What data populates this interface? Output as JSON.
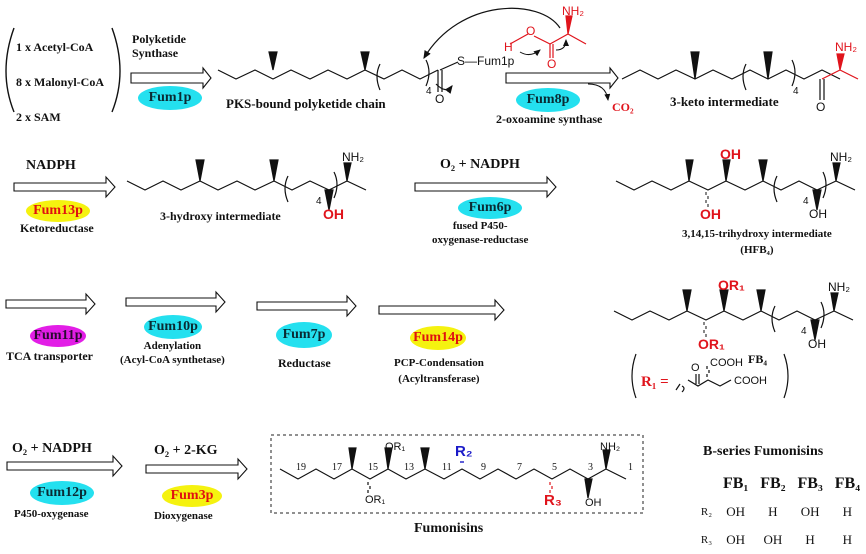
{
  "substrates": [
    "1 x Acetyl-CoA",
    "8 x Malonyl-CoA",
    "2 x SAM"
  ],
  "step1": {
    "label_line1": "Polyketide",
    "label_line2": "Synthase",
    "enzyme": "Fum1p"
  },
  "pks_chain": {
    "caption": "PKS-bound polyketide chain",
    "thioester": "S—Fum1p",
    "repeat": "4",
    "carbonyl_o": "O"
  },
  "alanine": {
    "nh2": "NH₂",
    "h": "H",
    "o_hydroxyl": "O",
    "o_carbonyl": "O"
  },
  "step2": {
    "enzyme": "Fum8p",
    "label": "2-oxoamine synthase",
    "byproduct": "CO₂"
  },
  "keto_intermediate": {
    "caption": "3-keto intermediate",
    "nh2": "NH₂",
    "o": "O",
    "repeat": "4"
  },
  "step3": {
    "cofactor": "NADPH",
    "enzyme": "Fum13p",
    "label": "Ketoreductase"
  },
  "hydroxy_intermediate": {
    "caption": "3-hydroxy intermediate",
    "nh2": "NH₂",
    "oh": "OH",
    "repeat": "4"
  },
  "step4": {
    "cofactor": "O₂ + NADPH",
    "enzyme": "Fum6p",
    "label_line1": "fused P450-",
    "label_line2": "oxygenase-reductase"
  },
  "trihydroxy_intermediate": {
    "caption_line1": "3,14,15-trihydroxy intermediate",
    "caption_line2": "(HFB₄)",
    "oh_top": "OH",
    "oh_bottom": "OH",
    "oh3": "OH",
    "nh2": "NH₂",
    "repeat": "4"
  },
  "step5": {
    "enzyme": "Fum11p",
    "label": "TCA transporter"
  },
  "step6": {
    "enzyme": "Fum10p",
    "label_line1": "Adenylation",
    "label_line2": "(Acyl-CoA synthetase)"
  },
  "step7": {
    "enzyme": "Fum7p",
    "label": "Reductase"
  },
  "step8": {
    "enzyme": "Fum14p",
    "label_line1": "PCP-Condensation",
    "label_line2": "(Acyltransferase)"
  },
  "fb4": {
    "caption": "FB₄",
    "or1_top": "OR₁",
    "or1_bottom": "OR₁",
    "oh": "OH",
    "nh2": "NH₂",
    "repeat": "4",
    "r1_def": {
      "r1": "R₁ =",
      "o": "O",
      "cooh1": "COOH",
      "cooh2": "COOH"
    }
  },
  "step9": {
    "cofactor": "O₂ + NADPH",
    "enzyme": "Fum12p",
    "label": "P450-oxygenase"
  },
  "step10": {
    "cofactor": "O₂ + 2-KG",
    "enzyme": "Fum3p",
    "label": "Dioxygenase"
  },
  "fumonisins": {
    "caption": "Fumonisins",
    "or1_top": "OR₁",
    "or1_bottom": "OR₁",
    "r2": "R₂",
    "r3": "R₃",
    "oh": "OH",
    "nh2": "NH₂",
    "carbon_numbers": [
      "19",
      "17",
      "15",
      "13",
      "11",
      "9",
      "7",
      "5",
      "3",
      "1"
    ]
  },
  "b_series": {
    "title": "B-series Fumonisins",
    "columns": [
      "FB₁",
      "FB₂",
      "FB₃",
      "FB₄"
    ],
    "rows": [
      {
        "label": "R₂",
        "values": [
          "OH",
          "H",
          "OH",
          "H"
        ]
      },
      {
        "label": "R₃",
        "values": [
          "OH",
          "OH",
          "H",
          "H"
        ]
      }
    ]
  },
  "colors": {
    "cyan": "#24e0ef",
    "yellow": "#f5f20f",
    "magenta": "#e21ee6",
    "red": "#e0141c",
    "blue": "#1a1ac8"
  }
}
